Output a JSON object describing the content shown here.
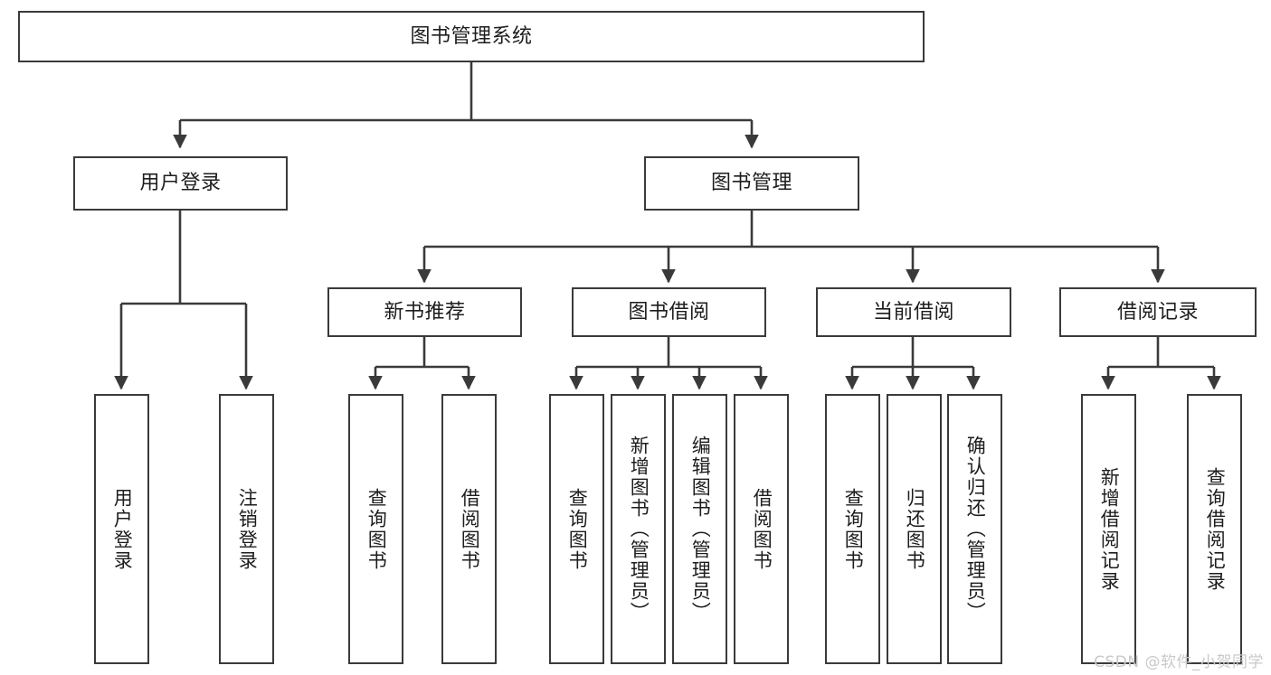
{
  "diagram": {
    "title": "图书管理系统",
    "watermark": "CSDN @软件_小贺同学",
    "stroke_color": "#3a3a3a",
    "background_color": "#ffffff",
    "text_color": "#1d1d1d",
    "nodes": {
      "root": "图书管理系统",
      "user_login": "用户登录",
      "book_manage": "图书管理",
      "new_book_rec": "新书推荐",
      "book_borrow": "图书借阅",
      "current_borrow": "当前借阅",
      "borrow_record": "借阅记录",
      "leaf_user_login": "用户登录",
      "leaf_user_logout": "注销登录",
      "leaf_rec_query": "查询图书",
      "leaf_rec_borrow": "借阅图书",
      "leaf_borrow_query": "查询图书",
      "leaf_borrow_add": "新增图书（管理员）",
      "leaf_borrow_edit": "编辑图书（管理员）",
      "leaf_borrow_lend": "借阅图书",
      "leaf_cur_query": "查询图书",
      "leaf_cur_return": "归还图书",
      "leaf_cur_confirm": "确认归还（管理员）",
      "leaf_rec_add": "新增借阅记录",
      "leaf_rec_search": "查询借阅记录"
    }
  }
}
